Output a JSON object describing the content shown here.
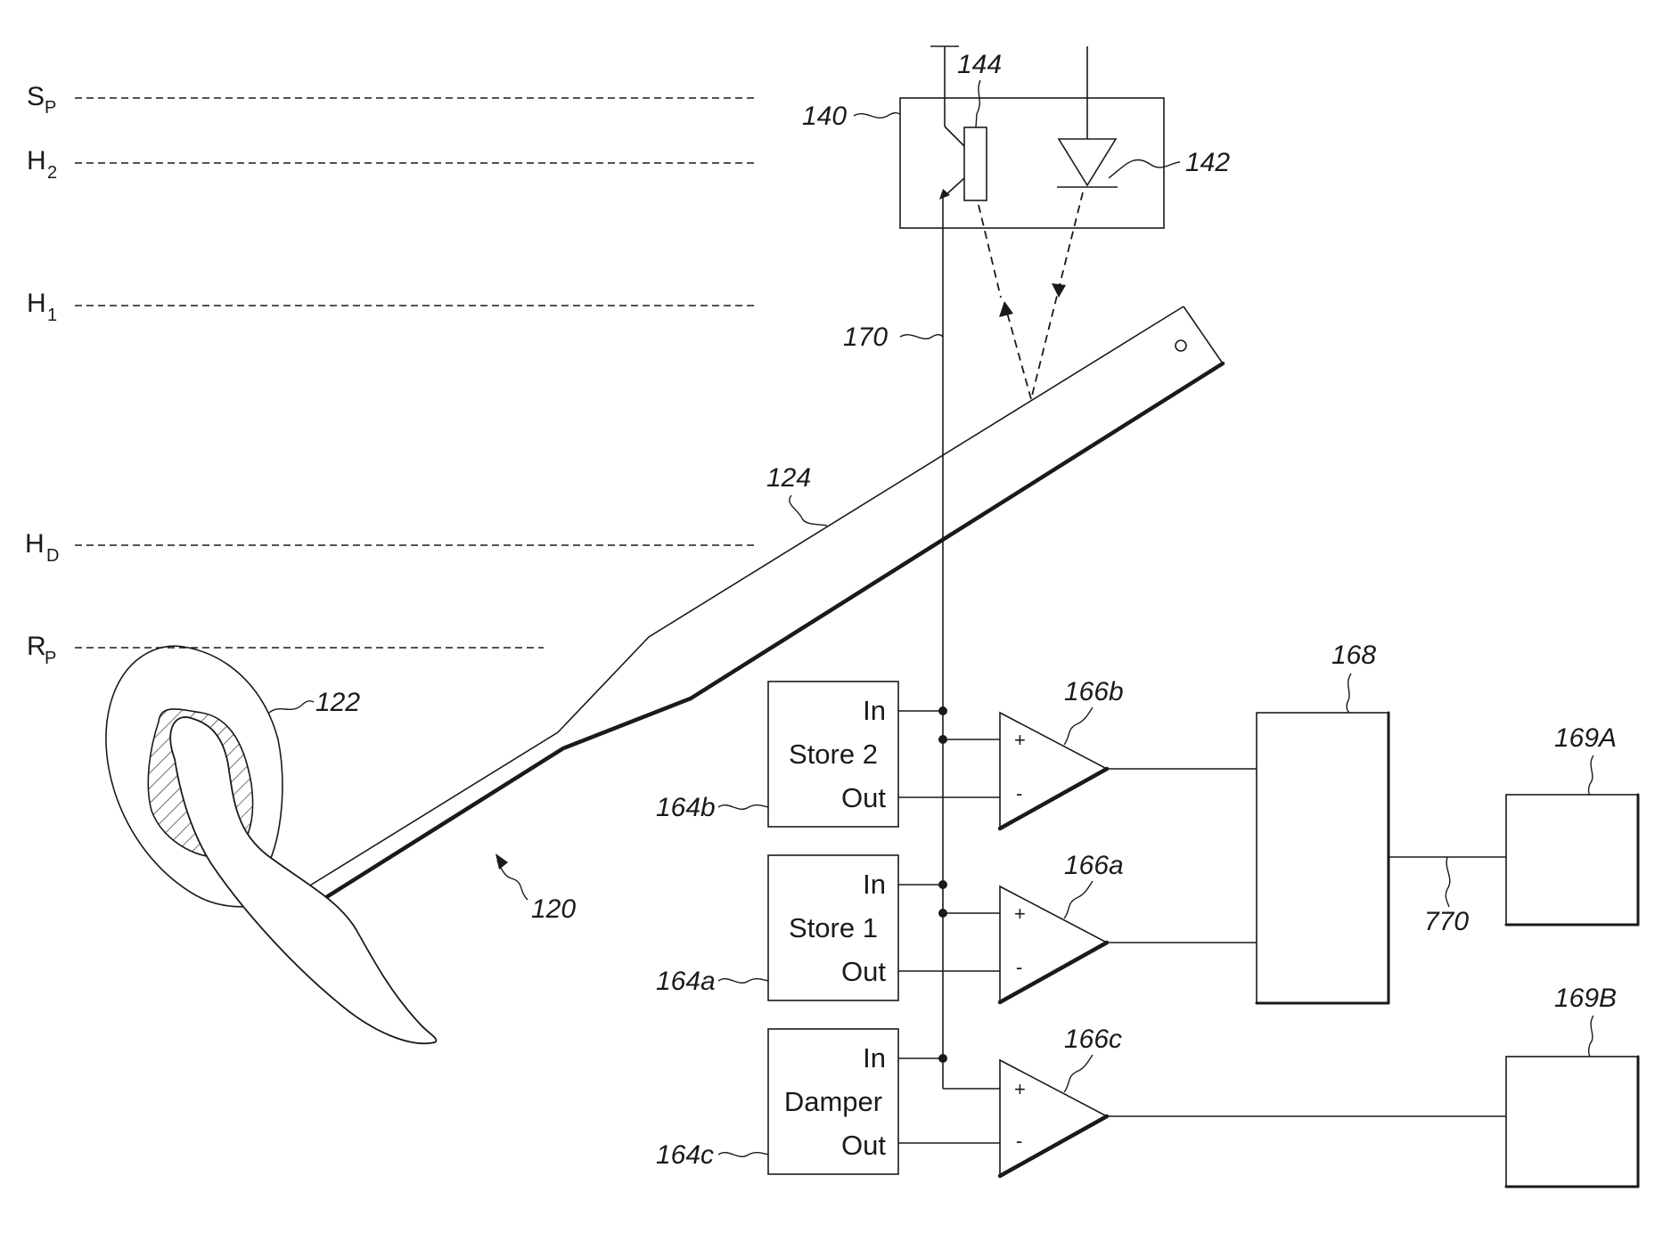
{
  "levels": {
    "sp": {
      "main": "S",
      "sub": "P"
    },
    "h2": {
      "main": "H",
      "sub": "2"
    },
    "h1": {
      "main": "H",
      "sub": "1"
    },
    "hd": {
      "main": "H",
      "sub": "D"
    },
    "rp": {
      "main": "R",
      "sub": "P"
    }
  },
  "refs": {
    "r120": "120",
    "r122": "122",
    "r124": "124",
    "r140": "140",
    "r142": "142",
    "r144": "144",
    "r164a": "164a",
    "r164b": "164b",
    "r164c": "164c",
    "r166a": "166a",
    "r166b": "166b",
    "r166c": "166c",
    "r168": "168",
    "r169a": "169A",
    "r169b": "169B",
    "r170": "170",
    "r770": "770"
  },
  "blocks": {
    "store2": {
      "in": "In",
      "name": "Store 2",
      "out": "Out"
    },
    "store1": {
      "in": "In",
      "name": "Store 1",
      "out": "Out"
    },
    "damper": {
      "in": "In",
      "name": "Damper",
      "out": "Out"
    }
  },
  "signs": {
    "plus": "+",
    "minus": "-"
  }
}
